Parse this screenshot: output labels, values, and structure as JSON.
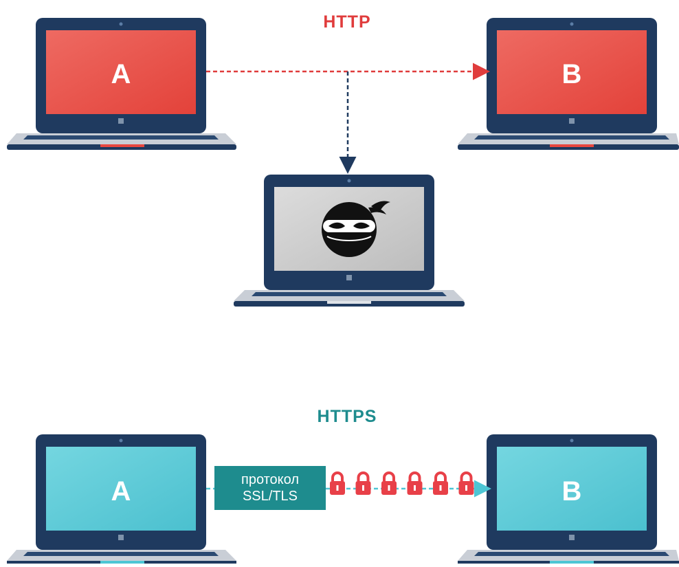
{
  "http": {
    "title": "HTTP",
    "title_color": "#e03c3c",
    "laptop_a_label": "A",
    "laptop_b_label": "B",
    "screen_color": "#e8473f",
    "arrow_color": "#e03c3c",
    "intercept_arrow_color": "#1f3a5f",
    "attacker_icon": "ninja-icon",
    "attacker_screen_color": "#c8c8c8"
  },
  "https": {
    "title": "HTTPS",
    "title_color": "#1e8c8e",
    "laptop_a_label": "A",
    "laptop_b_label": "B",
    "screen_color": "#4dc6d4",
    "protocol_line1": "протокол",
    "protocol_line2": "SSL/TLS",
    "protocol_box_color": "#1e8c8e",
    "lock_icon": "padlock-icon",
    "lock_count": 6,
    "lock_color": "#e84048"
  },
  "laptop_frame_color": "#1f3a5f"
}
